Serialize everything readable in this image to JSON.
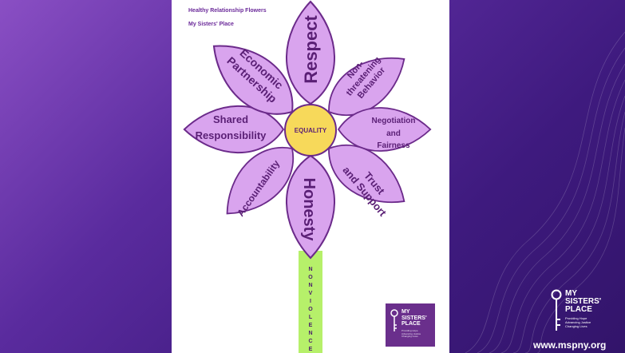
{
  "header": {
    "title": "Healthy Relationship Flowers",
    "org": "My Sisters' Place"
  },
  "flower": {
    "center": "EQUALITY",
    "petals": {
      "respect": "Respect",
      "nonthreatening": [
        "Non-",
        "threatening",
        "Behavior"
      ],
      "negotiation": [
        "Negotiation",
        "and",
        "Fairness"
      ],
      "trust": [
        "Trust",
        "and Support"
      ],
      "honesty": "Honesty",
      "accountability": "Accountability",
      "shared": [
        "Shared",
        "Responsibility"
      ],
      "economic": [
        "Economic",
        "Partnership"
      ]
    },
    "stem": [
      "N",
      "O",
      "N",
      "V",
      "I",
      "O",
      "L",
      "E",
      "N",
      "C",
      "E"
    ]
  },
  "badge": {
    "line1": "MY",
    "line2": "SISTERS'",
    "line3": "PLACE",
    "sub1": "Providing Hope",
    "sub2": "Advancing Justice",
    "sub3": "Changing Lives"
  },
  "logo": {
    "line1": "MY",
    "line2": "SISTERS'",
    "line3": "PLACE",
    "sub1": "Providing Hope",
    "sub2": "Advancing Justice",
    "sub3": "Changing Lives"
  },
  "website": "www.mspny.org",
  "colors": {
    "petal": "#d9a4ee",
    "petal_stroke": "#6b2a8a",
    "center": "#f7d95a",
    "stem": "#b6f06a",
    "background": "#4a2290"
  }
}
